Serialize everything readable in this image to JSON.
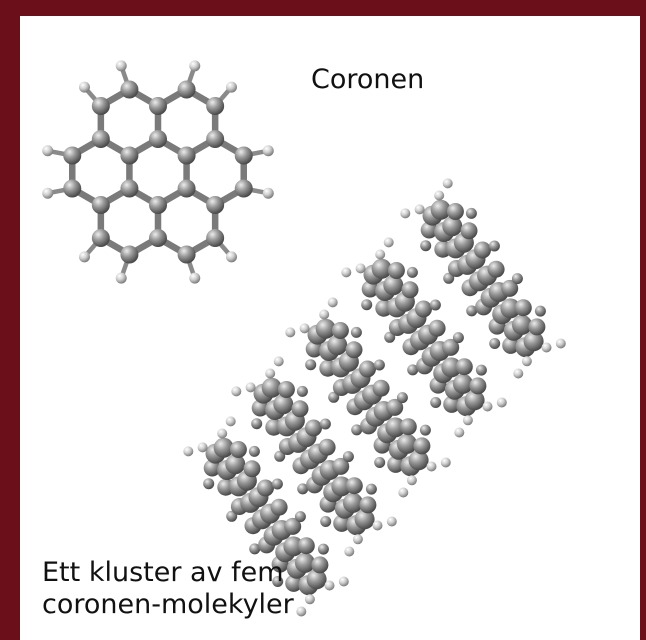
{
  "diagram": {
    "molecule_label": "Coronen",
    "cluster_label_line1": "Ett kluster av fem",
    "cluster_label_line2": "coronen-molekyler"
  },
  "colors": {
    "frame": "#6b0f1a",
    "background": "#ffffff",
    "carbon": "#8d8d8d",
    "hydrogen": "#d0d0d0",
    "bond": "#7a7a7a",
    "text": "#111111"
  }
}
